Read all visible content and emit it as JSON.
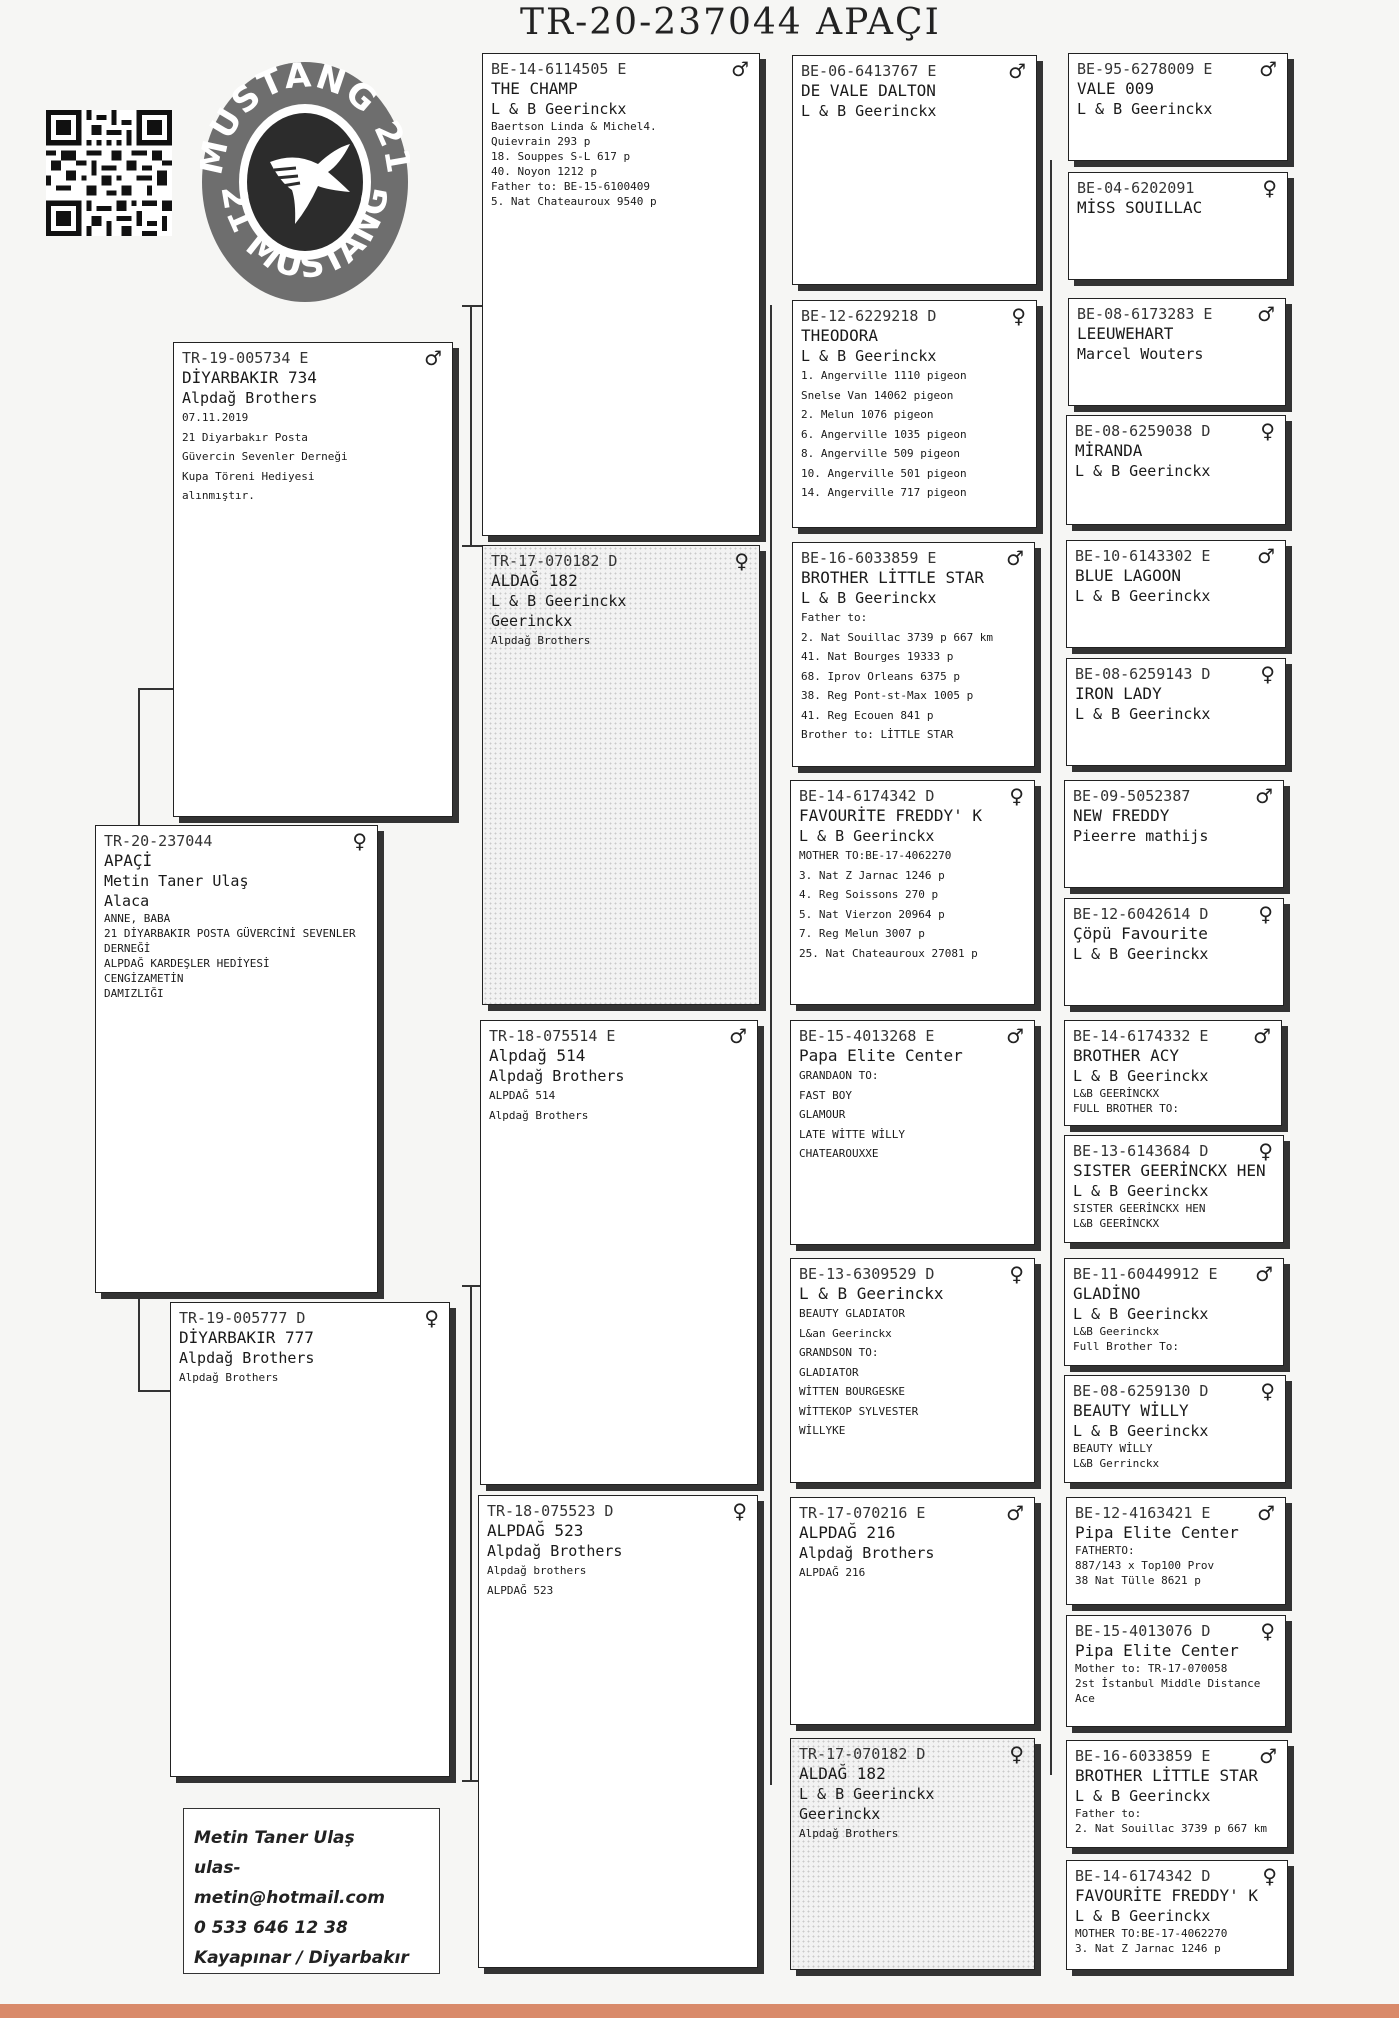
{
  "title": "TR-20-237044 APAÇI",
  "logo": {
    "text": "MUSTANG 21",
    "left_text": "21",
    "right_text": "21"
  },
  "cards": {
    "subject": {
      "ring": "TR-20-237044",
      "sex": "♀",
      "lines": [
        "APAÇİ",
        "Metin Taner Ulaş",
        "Alaca"
      ],
      "small": [
        "ANNE, BABA",
        "21 DİYARBAKIR POSTA GÜVERCİNİ SEVENLER",
        "DERNEĞİ",
        "ALPDAĞ KARDEŞLER HEDİYESİ",
        "CENGİZAMETİN",
        "DAMIZLIĞI"
      ]
    },
    "sire": {
      "ring": "TR-19-005734 E",
      "sex": "♂",
      "lines": [
        "DİYARBAKIR 734",
        "Alpdağ Brothers"
      ],
      "small": [
        "07.11.2019",
        "21 Diyarbakır Posta",
        "Güvercin Sevenler Derneği",
        "Kupa Töreni Hediyesi",
        "alınmıştır."
      ]
    },
    "dam": {
      "ring": "TR-19-005777 D",
      "sex": "♀",
      "lines": [
        "DİYARBAKIR 777",
        "Alpdağ Brothers"
      ],
      "small": [
        "Alpdağ Brothers"
      ]
    },
    "ss": {
      "ring": "BE-14-6114505 E",
      "sex": "♂",
      "lines": [
        "THE CHAMP",
        "L & B Geerinckx"
      ],
      "small": [
        "Baertson Linda & Michel4.",
        "",
        "Quievrain 293 p",
        "18. Souppes S-L 617 p",
        "40. Noyon 1212 p",
        "Father to: BE-15-6100409",
        "5. Nat Chateauroux 9540 p"
      ]
    },
    "sd": {
      "ring": "TR-17-070182 D",
      "sex": "♀",
      "lines": [
        "ALDAĞ 182",
        "L & B Geerinckx",
        "Geerinckx"
      ],
      "small": [
        "Alpdağ Brothers"
      ]
    },
    "ds": {
      "ring": "TR-18-075514 E",
      "sex": "♂",
      "lines": [
        "Alpdağ 514",
        "Alpdağ Brothers"
      ],
      "small": [
        "ALPDAĞ 514",
        "Alpdağ Brothers"
      ]
    },
    "dd": {
      "ring": "TR-18-075523 D",
      "sex": "♀",
      "lines": [
        "ALPDAĞ 523",
        "Alpdağ Brothers"
      ],
      "small": [
        "Alpdağ brothers",
        "ALPDAĞ 523"
      ]
    },
    "sss": {
      "ring": "BE-06-6413767 E",
      "sex": "♂",
      "lines": [
        "DE VALE DALTON",
        "L & B Geerinckx"
      ],
      "small": []
    },
    "ssd": {
      "ring": "BE-12-6229218 D",
      "sex": "♀",
      "lines": [
        "THEODORA",
        "L & B Geerinckx"
      ],
      "small": [
        "1. Angerville 1110 pigeon",
        "Snelse Van 14062 pigeon",
        "2. Melun 1076 pigeon",
        "6. Angerville 1035 pigeon",
        "8. Angerville 509 pigeon",
        "10. Angerville 501 pigeon",
        "14. Angerville 717 pigeon"
      ]
    },
    "sds": {
      "ring": "BE-16-6033859 E",
      "sex": "♂",
      "lines": [
        "BROTHER LİTTLE STAR",
        "L & B Geerinckx"
      ],
      "small": [
        "Father to:",
        "2. Nat Souillac 3739 p 667 km",
        "41. Nat Bourges 19333 p",
        "68. Iprov Orleans 6375 p",
        "38. Reg Pont-st-Max 1005 p",
        "41. Reg Ecouen 841 p",
        "Brother to: LİTTLE STAR"
      ]
    },
    "sdd": {
      "ring": "BE-14-6174342 D",
      "sex": "♀",
      "lines": [
        "FAVOURİTE FREDDY' K",
        "L & B Geerinckx"
      ],
      "small": [
        "MOTHER TO:BE-17-4062270",
        "3. Nat Z Jarnac 1246 p",
        "4. Reg Soissons 270 p",
        "5. Nat Vierzon 20964 p",
        "7. Reg Melun 3007 p",
        "25. Nat Chateauroux 27081 p"
      ]
    },
    "dss": {
      "ring": "BE-15-4013268 E",
      "sex": "♂",
      "lines": [
        "Papa Elite Center"
      ],
      "small": [
        "GRANDAON TO:",
        "FAST BOY",
        "GLAMOUR",
        "LATE WİTTE WİLLY",
        "CHATEAROUXXE"
      ]
    },
    "dsd": {
      "ring": "BE-13-6309529 D",
      "sex": "♀",
      "lines": [
        "L & B Geerinckx"
      ],
      "small": [
        "BEAUTY GLADIATOR",
        "L&an Geerinckx",
        "GRANDSON TO:",
        "GLADIATOR",
        "WİTTEN BOURGESKE",
        "WİTTEKOP SYLVESTER",
        "WİLLYKE"
      ]
    },
    "dds": {
      "ring": "TR-17-070216 E",
      "sex": "♂",
      "lines": [
        "ALPDAĞ 216",
        "Alpdağ Brothers"
      ],
      "small": [
        "ALPDAĞ 216"
      ]
    },
    "ddd": {
      "ring": "TR-17-070182 D",
      "sex": "♀",
      "lines": [
        "ALDAĞ 182",
        "L & B Geerinckx",
        "Geerinckx"
      ],
      "small": [
        "Alpdağ Brothers"
      ]
    },
    "g1": {
      "ring": "BE-95-6278009 E",
      "sex": "♂",
      "lines": [
        "VALE 009",
        "L & B Geerinckx"
      ],
      "small": []
    },
    "g2": {
      "ring": "BE-04-6202091",
      "sex": "♀",
      "lines": [
        "MİSS SOUILLAC"
      ],
      "small": []
    },
    "g3": {
      "ring": "BE-08-6173283 E",
      "sex": "♂",
      "lines": [
        "LEEUWEHART",
        "Marcel Wouters"
      ],
      "small": []
    },
    "g4": {
      "ring": "BE-08-6259038 D",
      "sex": "♀",
      "lines": [
        "MİRANDA",
        "L & B Geerinckx"
      ],
      "small": []
    },
    "g5": {
      "ring": "BE-10-6143302 E",
      "sex": "♂",
      "lines": [
        "BLUE LAGOON",
        "L & B Geerinckx"
      ],
      "small": []
    },
    "g6": {
      "ring": "BE-08-6259143 D",
      "sex": "♀",
      "lines": [
        "IRON LADY",
        "L & B Geerinckx"
      ],
      "small": []
    },
    "g7": {
      "ring": "BE-09-5052387",
      "sex": "♂",
      "lines": [
        "NEW FREDDY",
        "Pieerre mathijs"
      ],
      "small": []
    },
    "g8": {
      "ring": "BE-12-6042614 D",
      "sex": "♀",
      "lines": [
        "Çöpü Favourite",
        "L & B Geerinckx"
      ],
      "small": []
    },
    "g9": {
      "ring": "BE-14-6174332 E",
      "sex": "♂",
      "lines": [
        "BROTHER ACY",
        "L & B Geerinckx"
      ],
      "small": [
        "L&B GEERİNCKX",
        "FULL BROTHER TO:"
      ]
    },
    "g10": {
      "ring": "BE-13-6143684 D",
      "sex": "♀",
      "lines": [
        "SISTER GEERİNCKX HEN",
        "L & B Geerinckx"
      ],
      "small": [
        "SISTER GEERİNCKX HEN",
        "L&B GEERİNCKX"
      ]
    },
    "g11": {
      "ring": "BE-11-60449912 E",
      "sex": "♂",
      "lines": [
        "GLADİNO",
        "L & B Geerinckx"
      ],
      "small": [
        "L&B Geerinckx",
        "Full Brother To:"
      ]
    },
    "g12": {
      "ring": "BE-08-6259130 D",
      "sex": "♀",
      "lines": [
        "BEAUTY WİLLY",
        "L & B Geerinckx"
      ],
      "small": [
        "BEAUTY WİLLY",
        "L&B Gerrinckx"
      ]
    },
    "g13": {
      "ring": "BE-12-4163421 E",
      "sex": "♂",
      "lines": [
        "Pipa Elite Center"
      ],
      "small": [
        "FATHERTO:",
        "887/143 x Top100 Prov",
        "38 Nat Tülle 8621 p"
      ]
    },
    "g14": {
      "ring": "BE-15-4013076 D",
      "sex": "♀",
      "lines": [
        "Pipa Elite Center"
      ],
      "small": [
        "Mother to: TR-17-070058",
        "2st İstanbul Middle Distance",
        "Ace"
      ]
    },
    "g15": {
      "ring": "BE-16-6033859 E",
      "sex": "♂",
      "lines": [
        "BROTHER LİTTLE STAR",
        "L & B Geerinckx"
      ],
      "small": [
        "Father to:",
        "2. Nat Souillac 3739 p 667 km"
      ]
    },
    "g16": {
      "ring": "BE-14-6174342 D",
      "sex": "♀",
      "lines": [
        "FAVOURİTE FREDDY' K",
        "L & B Geerinckx"
      ],
      "small": [
        "MOTHER TO:BE-17-4062270",
        "3. Nat Z Jarnac 1246 p"
      ]
    }
  },
  "contact": {
    "name": "Metin Taner Ulaş",
    "email": "ulas-metin@hotmail.com",
    "phone": "0 533 646 12 38",
    "location": "Kayapınar / Diyarbakır"
  }
}
